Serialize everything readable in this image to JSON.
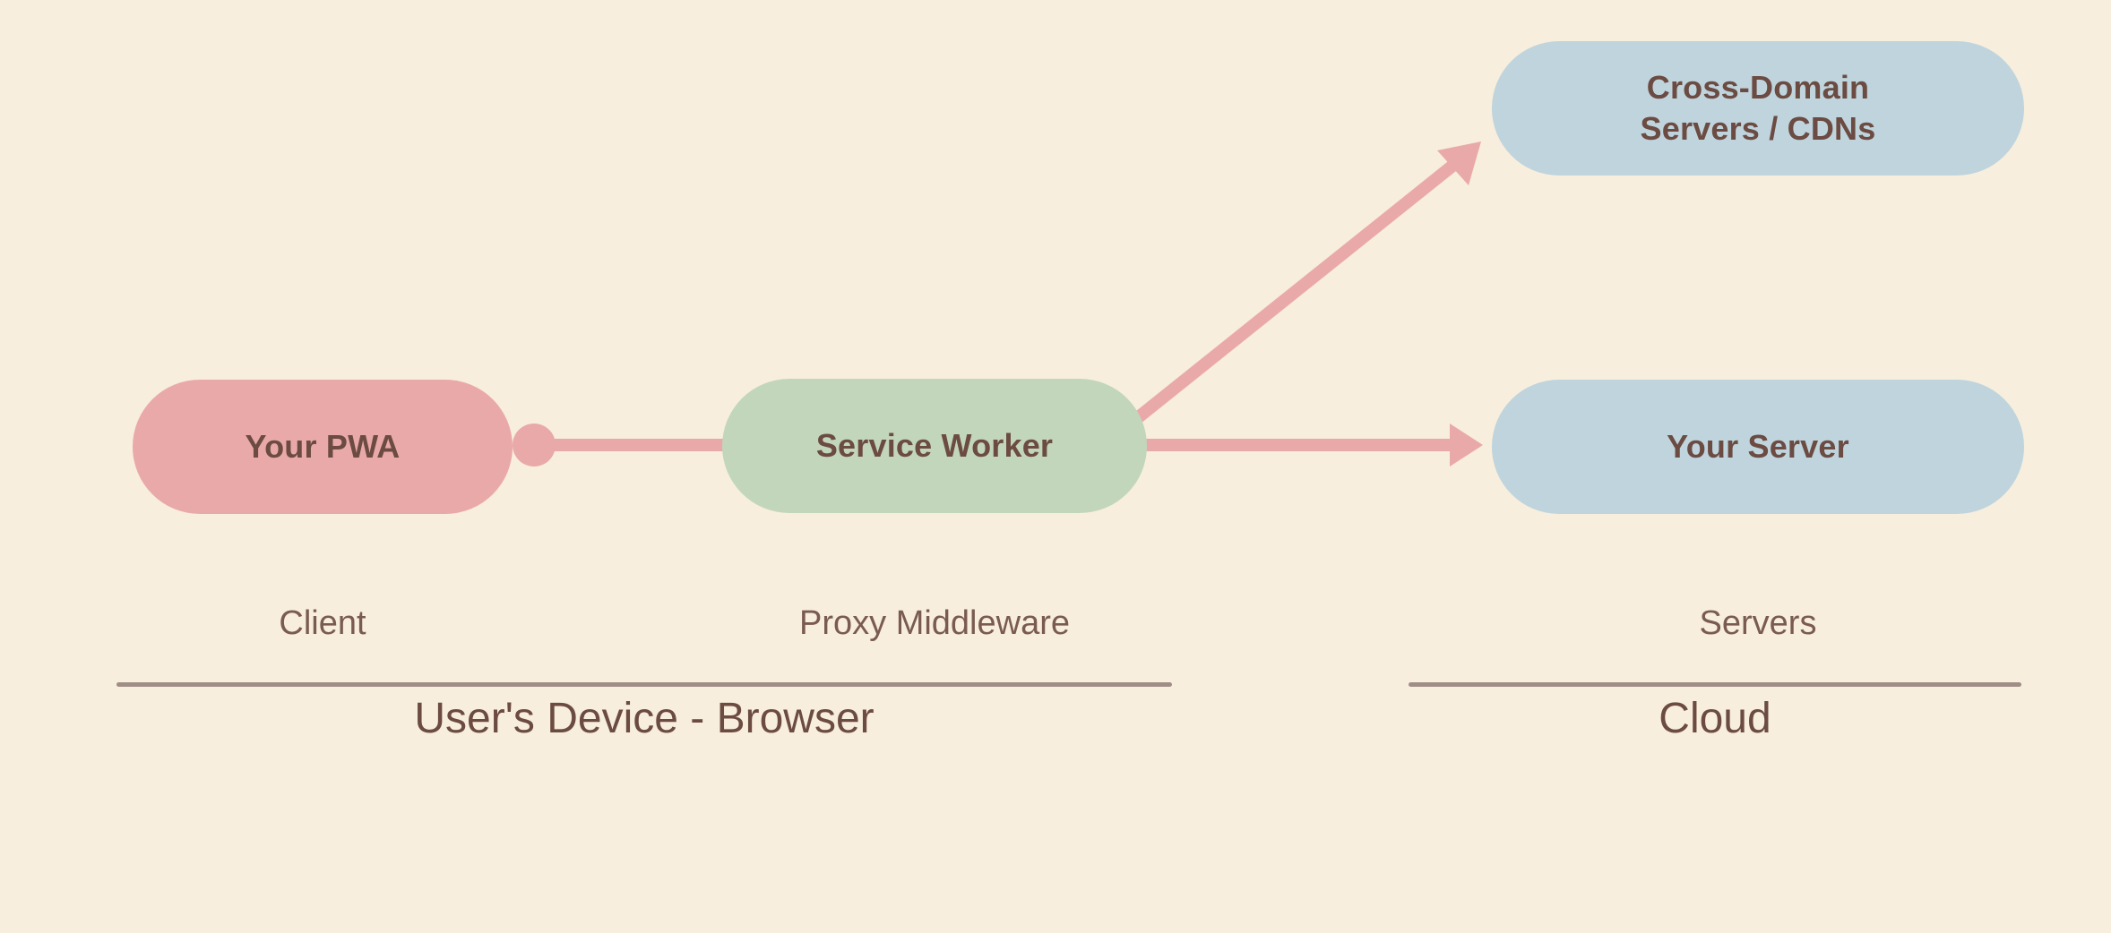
{
  "diagram": {
    "title": "Service Worker proxy middleware architecture",
    "background_color": "#f7eedd",
    "colors": {
      "background": "#f7eedd",
      "client_node": "#eaa9a9",
      "worker_node": "#c2d6bb",
      "server_node": "#bfd4dd",
      "connector": "#eaa9a9",
      "node_text": "#6b4b42",
      "zone_text": "#7a5b52",
      "divider": "#a08d86"
    },
    "nodes": [
      {
        "id": "pwa",
        "label": "Your PWA",
        "color": "#eaa9a9"
      },
      {
        "id": "service_worker",
        "label": "Service Worker",
        "color": "#c2d6bb"
      },
      {
        "id": "cross_domain",
        "label": "Cross-Domain\nServers / CDNs",
        "color": "#bfd4dd"
      },
      {
        "id": "your_server",
        "label": "Your Server",
        "color": "#bfd4dd"
      }
    ],
    "connections": [
      {
        "from": "pwa",
        "to": "service_worker",
        "style": "line-with-dot",
        "arrow": false
      },
      {
        "from": "service_worker",
        "to": "cross_domain",
        "style": "diagonal",
        "arrow": true
      },
      {
        "from": "service_worker",
        "to": "your_server",
        "style": "straight",
        "arrow": true
      }
    ],
    "zones": [
      {
        "id": "client",
        "label": "Client"
      },
      {
        "id": "proxy",
        "label": "Proxy Middleware"
      },
      {
        "id": "servers",
        "label": "Servers"
      }
    ],
    "groups": [
      {
        "id": "browser",
        "label": "User's Device - Browser"
      },
      {
        "id": "cloud",
        "label": "Cloud"
      }
    ]
  }
}
